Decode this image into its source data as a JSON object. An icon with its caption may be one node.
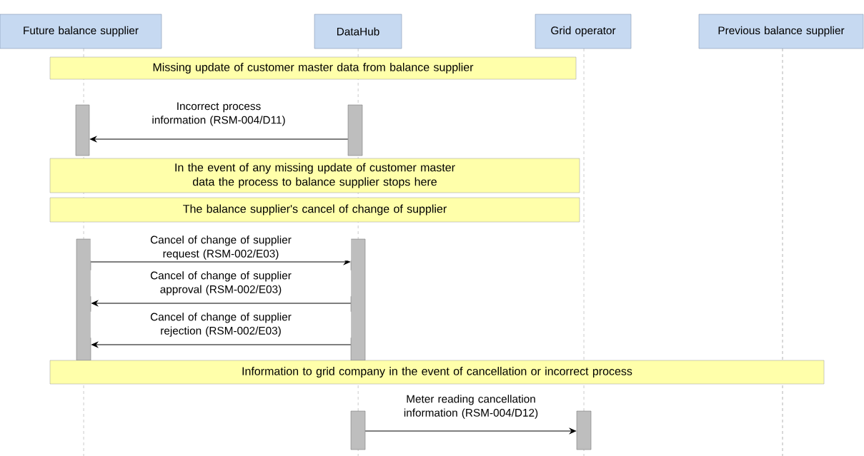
{
  "diagram": {
    "nodes": [
      {
        "text": [
          "Future balance supplier"
        ]
      },
      {
        "text": [
          "DataHub"
        ]
      },
      {
        "text": [
          "Grid operator"
        ]
      },
      {
        "text": [
          "Previous balance supplier"
        ]
      },
      {
        "text": [
          "Missing update of customer master data from balance supplier"
        ]
      },
      {
        "text": [],
        "shape": "bar"
      },
      {
        "text": [],
        "shape": "bar"
      },
      {
        "text": [
          "In the event of any missing update of customer master data the process to balance supplier stops here"
        ]
      },
      {
        "text": [
          "The balance supplier's cancel of change of supplier"
        ]
      },
      {
        "text": [],
        "shape": "bar"
      },
      {
        "text": [],
        "shape": "bar"
      },
      {
        "text": [
          "Information to grid company in the event of cancellation or incorrect process"
        ]
      },
      {
        "text": [],
        "shape": "bar"
      },
      {
        "text": [],
        "shape": "bar"
      }
    ],
    "edges": [
      {
        "from": 6,
        "to": 5,
        "arrow": "to",
        "label": "Incorrect process information (RSM-004/D11)"
      },
      {
        "from": 9,
        "to": 10,
        "arrow": "to",
        "label": "Cancel of change of supplier request (RSM-002/E03)"
      },
      {
        "from": 10,
        "to": 9,
        "arrow": "to",
        "label": "Cancel of change of supplier approval (RSM-002/E03)"
      },
      {
        "from": 10,
        "to": 9,
        "arrow": "to",
        "label": "Cancel of change of supplier rejection (RSM-002/E03)"
      },
      {
        "from": 12,
        "to": 13,
        "arrow": "to",
        "label": "Meter reading cancellation information (RSM-004/D12)"
      }
    ]
  }
}
